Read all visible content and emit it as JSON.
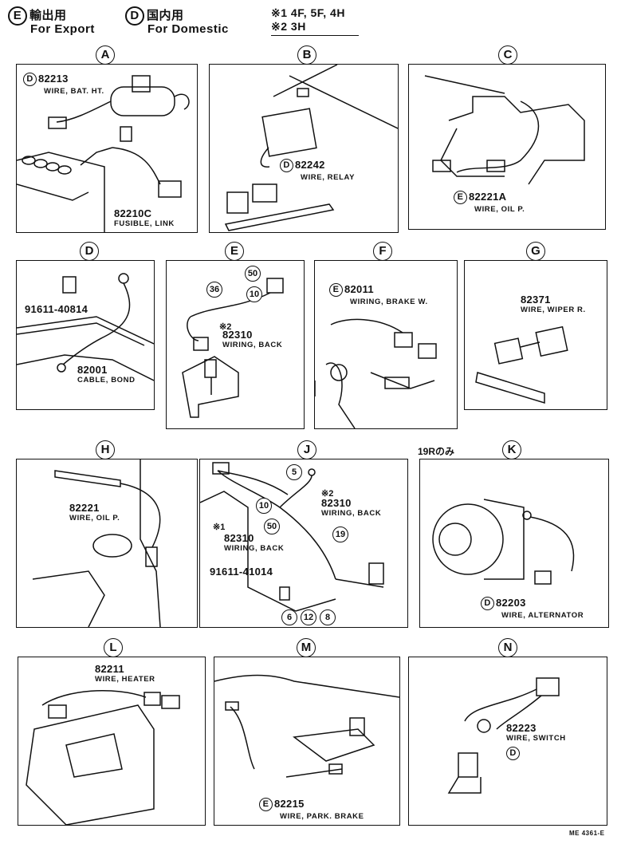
{
  "legend": {
    "export_code": "E",
    "export_jp": "輸出用",
    "export_en": "For Export",
    "domestic_code": "D",
    "domestic_jp": "国内用",
    "domestic_en": "For Domestic",
    "note1": "※1 4F, 5F, 4H",
    "note2": "※2 3H"
  },
  "sections": {
    "A": {
      "letter": "A",
      "parts": [
        {
          "code": "D",
          "pn": "82213",
          "name": "WIRE, BAT. HT."
        },
        {
          "code": "",
          "pn": "82210C",
          "name": "FUSIBLE, LINK"
        }
      ]
    },
    "B": {
      "letter": "B",
      "parts": [
        {
          "code": "D",
          "pn": "82242",
          "name": "WIRE, RELAY"
        }
      ]
    },
    "C": {
      "letter": "C",
      "parts": [
        {
          "code": "E",
          "pn": "82221A",
          "name": "WIRE, OIL P."
        }
      ]
    },
    "D": {
      "letter": "D",
      "parts": [
        {
          "code": "",
          "pn": "91611-40814",
          "name": ""
        },
        {
          "code": "",
          "pn": "82001",
          "name": "CABLE, BOND"
        }
      ]
    },
    "E": {
      "letter": "E",
      "parts": [
        {
          "code": "",
          "pn": "82310",
          "name": "WIRING, BACK"
        }
      ],
      "refs": [
        "36",
        "50",
        "10"
      ],
      "note": "※2"
    },
    "F": {
      "letter": "F",
      "parts": [
        {
          "code": "E",
          "pn": "82011",
          "name": "WIRING, BRAKE W."
        }
      ]
    },
    "G": {
      "letter": "G",
      "parts": [
        {
          "code": "",
          "pn": "82371",
          "name": "WIRE, WIPER R."
        }
      ]
    },
    "H": {
      "letter": "H",
      "parts": [
        {
          "code": "",
          "pn": "82221",
          "name": "WIRE, OIL P."
        }
      ]
    },
    "J": {
      "letter": "J",
      "parts": [
        {
          "code": "",
          "pn": "82310",
          "name": "WIRING, BACK"
        },
        {
          "code": "",
          "pn": "82310",
          "name": "WIRING, BACK"
        },
        {
          "code": "",
          "pn": "91611-41014",
          "name": ""
        }
      ],
      "refs": [
        "5",
        "10",
        "50",
        "19",
        "6",
        "12",
        "8"
      ],
      "note1": "※1",
      "note2": "※2"
    },
    "K": {
      "letter": "K",
      "caption": "19Rのみ",
      "parts": [
        {
          "code": "D",
          "pn": "82203",
          "name": "WIRE, ALTERNATOR"
        }
      ]
    },
    "L": {
      "letter": "L",
      "parts": [
        {
          "code": "",
          "pn": "82211",
          "name": "WIRE, HEATER"
        }
      ]
    },
    "M": {
      "letter": "M",
      "parts": [
        {
          "code": "E",
          "pn": "82215",
          "name": "WIRE, PARK. BRAKE"
        }
      ]
    },
    "N": {
      "letter": "N",
      "parts": [
        {
          "code": "",
          "pn": "82223",
          "name": "WIRE, SWITCH"
        }
      ],
      "extra_code": "D"
    }
  },
  "footer_code": "ME 4361-E"
}
